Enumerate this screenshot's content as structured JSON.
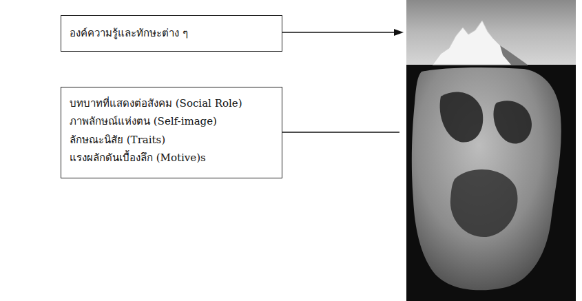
{
  "diagram": {
    "nodes": [
      {
        "text": [
          "องค์ความรู้และทักษะต่าง ๆ"
        ]
      },
      {
        "text": [
          "บทบาทที่แสดงต่อสังคม (Social Role)",
          "ภาพลักษณ์แห่งตน (Self-image)",
          "ลักษณะนิสัย (Traits)",
          "แรงผลักดันเบื้องลึก (Motive)s"
        ]
      }
    ]
  }
}
